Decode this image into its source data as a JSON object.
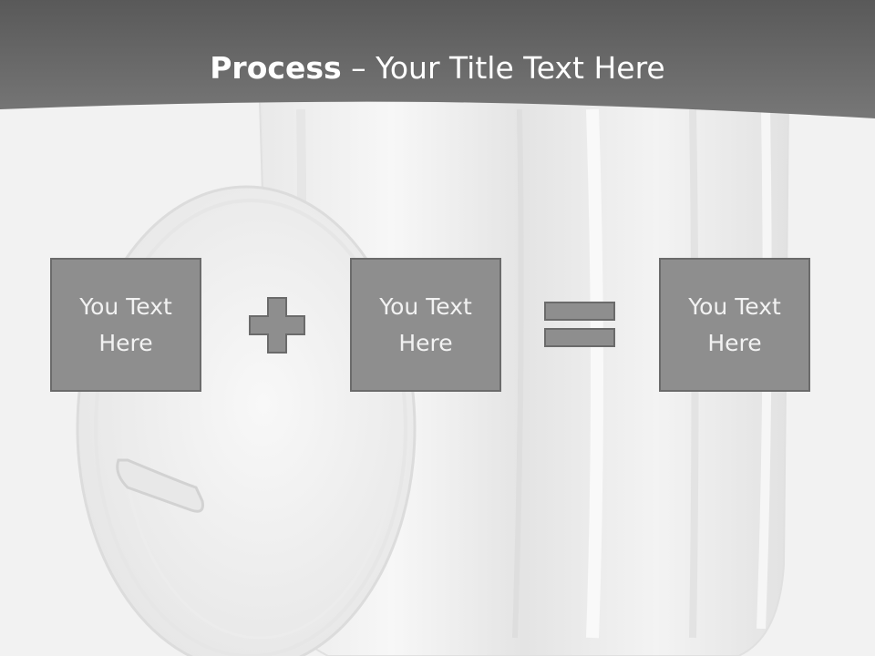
{
  "title": {
    "bold": "Process",
    "rest": " – Your Title Text Here"
  },
  "boxes": [
    {
      "label": "You Text Here"
    },
    {
      "label": "You Text Here"
    },
    {
      "label": "You Text Here"
    }
  ],
  "operators": [
    "plus-icon",
    "equals-icon"
  ],
  "colors": {
    "header": "#6a6a6a",
    "box_fill": "#8e8e8e",
    "box_border": "#6b6b6b",
    "background": "#f2f2f2"
  }
}
